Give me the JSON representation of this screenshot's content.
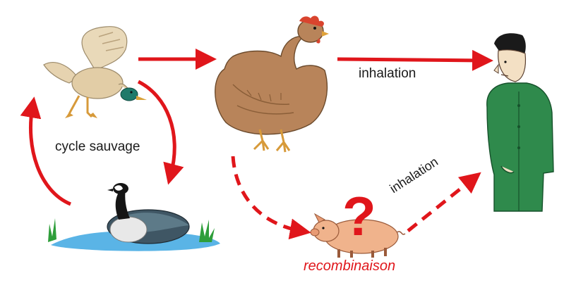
{
  "labels": {
    "cycle": "cycle sauvage",
    "inhalation_top": "inhalation",
    "inhalation_diag": "inhalation",
    "recombinaison": "recombinaison",
    "question": "?"
  },
  "colors": {
    "arrow": "#e0161b",
    "chicken": "#b8845a",
    "man_suit": "#2f8a4c",
    "pig": "#f0b38c",
    "water": "#5ab4e6",
    "grass": "#2e9e3a"
  },
  "icons": [
    "flying-duck-icon",
    "goose-icon",
    "chicken-icon",
    "pig-icon",
    "man-icon"
  ]
}
